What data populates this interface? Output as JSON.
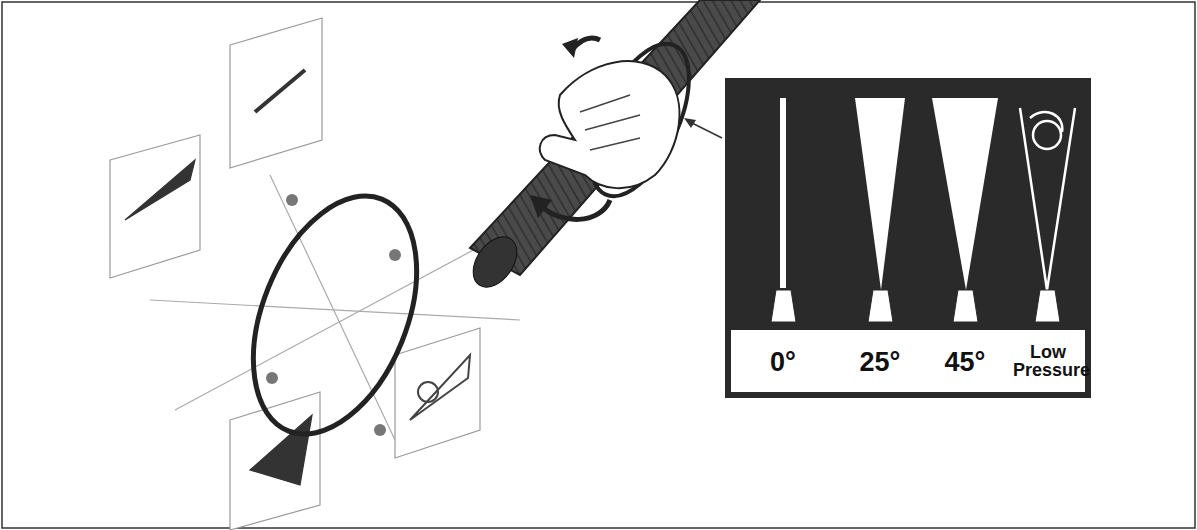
{
  "diagram": {
    "labels": [
      "0°",
      "25°",
      "45°",
      "Low Pressure"
    ]
  }
}
